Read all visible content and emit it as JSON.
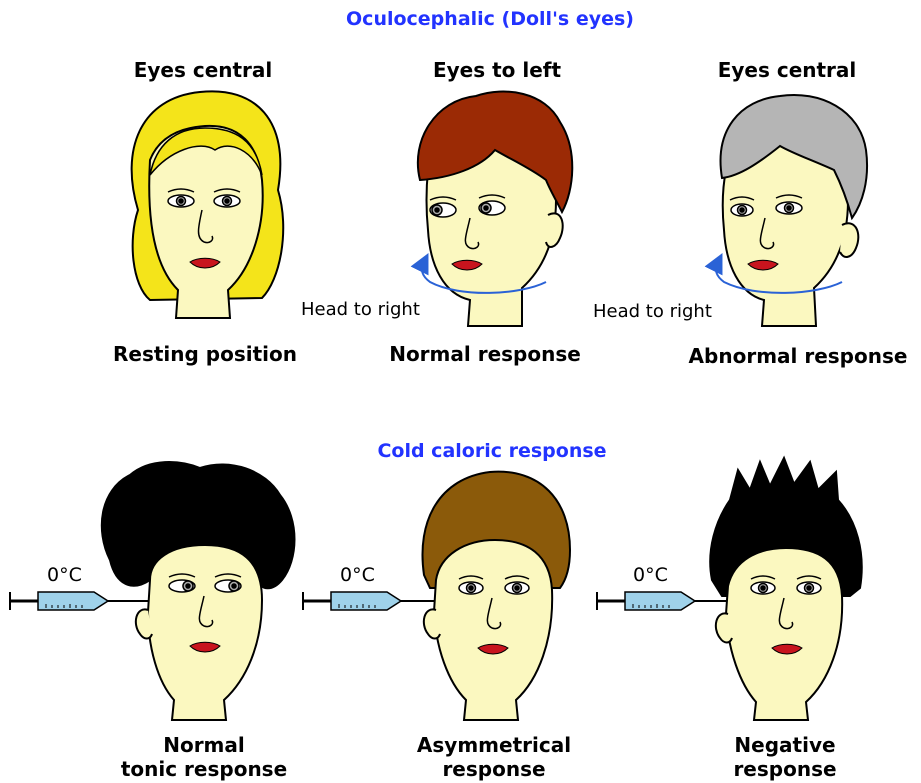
{
  "oculocephalic": {
    "title": "Oculocephalic (Doll's eyes)",
    "panels": [
      {
        "eyes": "Eyes central",
        "label": "Resting position",
        "hair_color": "#f4e41a"
      },
      {
        "eyes": "Eyes to left",
        "label": "Normal response",
        "head": "Head to right",
        "hair_color": "#9b2a05"
      },
      {
        "eyes": "Eyes central",
        "label": "Abnormal response",
        "head": "Head to right",
        "hair_color": "#b5b5b5"
      }
    ]
  },
  "caloric": {
    "title": "Cold caloric response",
    "panels": [
      {
        "temp": "0°C",
        "label_line1": "Normal",
        "label_line2": "tonic response",
        "hair_color": "#000000"
      },
      {
        "temp": "0°C",
        "label_line1": "Asymmetrical",
        "label_line2": "response",
        "hair_color": "#8b5a0a"
      },
      {
        "temp": "0°C",
        "label_line1": "Negative",
        "label_line2": "response",
        "hair_color": "#000000"
      }
    ]
  },
  "colors": {
    "title_blue": "#2233ff",
    "skin": "#fbf8c0",
    "lips": "#c8141e",
    "arrow": "#2a62d6",
    "syringe": "#9fd2ea"
  }
}
